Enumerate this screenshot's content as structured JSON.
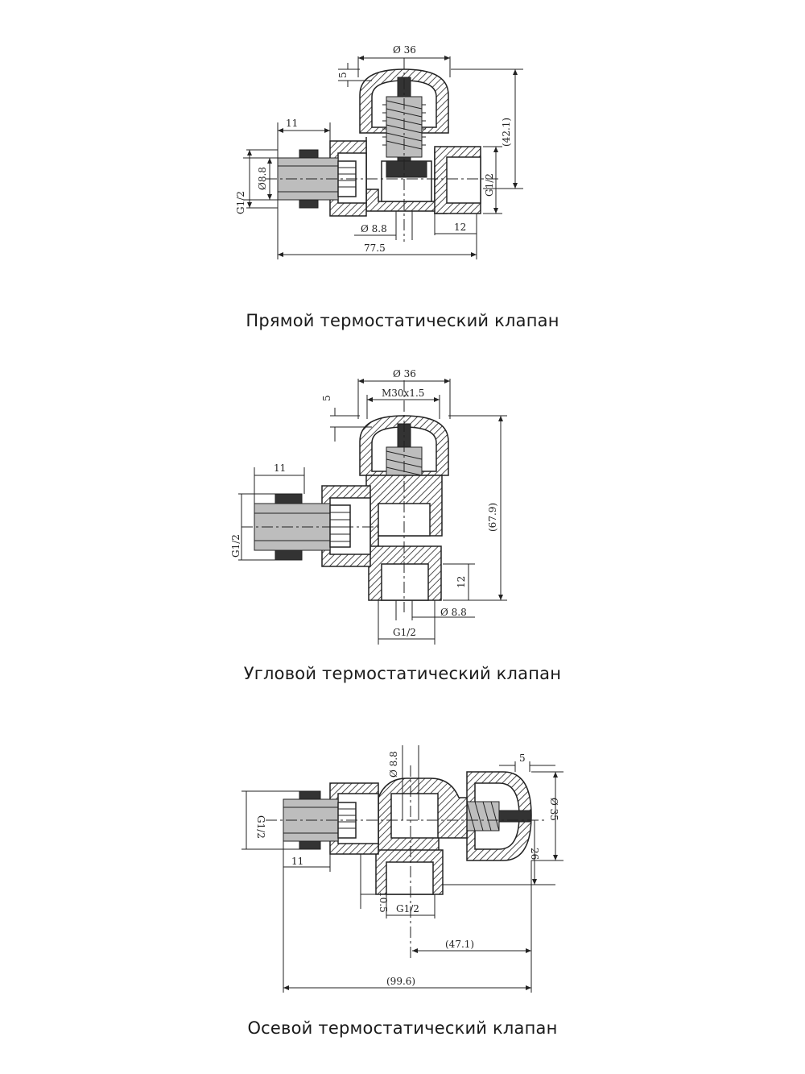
{
  "figures": [
    {
      "caption": "Прямой термостатический клапан",
      "dims": {
        "d36": "Ø 36",
        "five": "5",
        "l42": "(42.1)",
        "eleven": "11",
        "d88a": "Ø8.8",
        "g12a": "G1/2",
        "g12b": "G1/2",
        "d88b": "Ø 8.8",
        "twelve": "12",
        "l775": "77.5"
      }
    },
    {
      "caption": "Угловой термостатический клапан",
      "dims": {
        "d36": "Ø 36",
        "m30": "M30x1.5",
        "five": "5",
        "eleven": "11",
        "l679": "(67.9)",
        "g12a": "G1/2",
        "twelve": "12",
        "d88": "Ø 8.8",
        "g12b": "G1/2"
      }
    },
    {
      "caption": "Осевой термостатический клапан",
      "dims": {
        "d88": "Ø 8.8",
        "five": "5",
        "g12a": "G1/2",
        "d35": "Ø 35",
        "twenty6": "26",
        "eleven": "11",
        "l105": "10.5",
        "g12b": "G1/2",
        "l471": "(47.1)",
        "l996": "(99.6)"
      }
    }
  ]
}
